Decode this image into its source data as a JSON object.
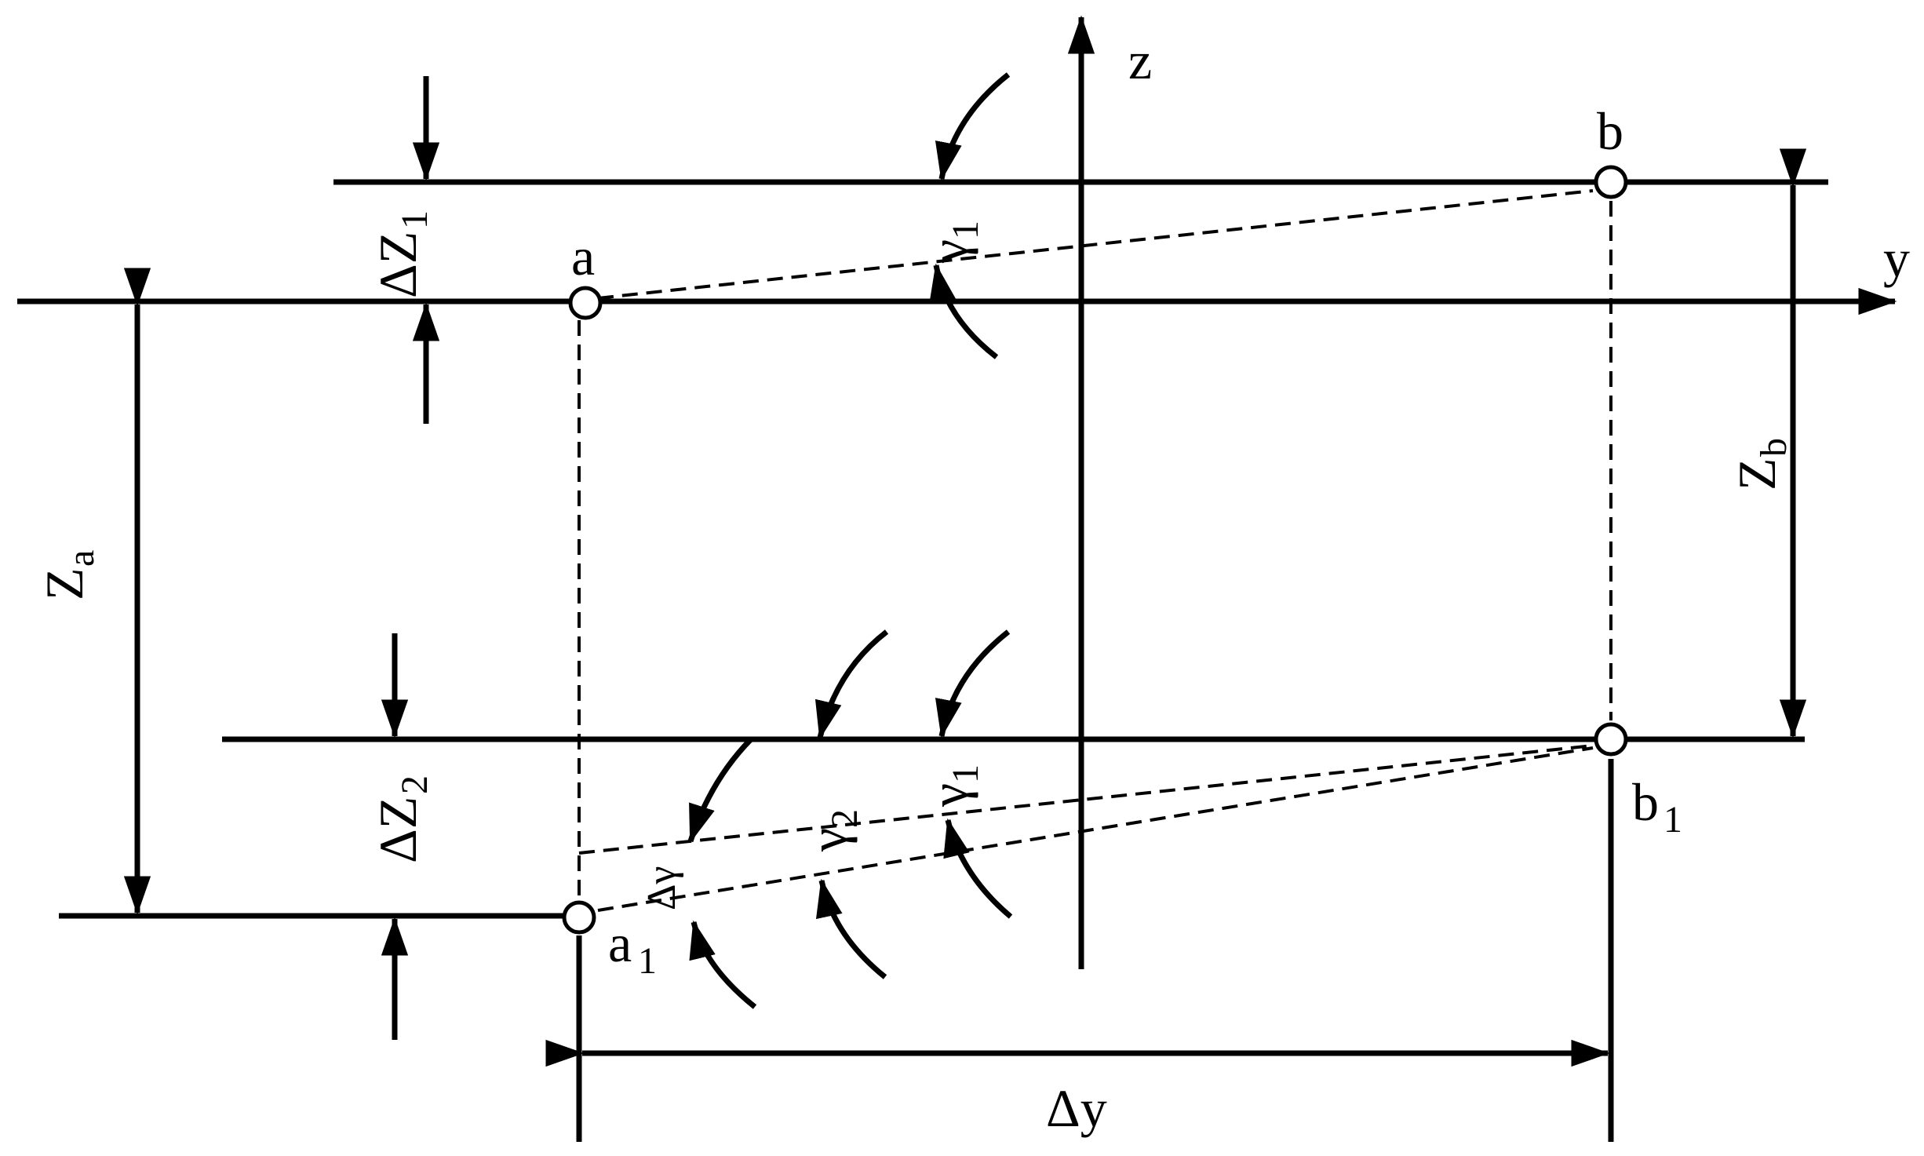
{
  "labels": {
    "z_axis": "z",
    "y_axis": "y",
    "point_a": "a",
    "point_b": "b",
    "point_a1_base": "a",
    "point_a1_sub": "1",
    "point_b1_base": "b",
    "point_b1_sub": "1",
    "za_base": "Z",
    "za_sub": "a",
    "zb_base": "Z",
    "zb_sub": "b",
    "dz1_base": "ΔZ",
    "dz1_sub": "1",
    "dz2_base": "ΔZ",
    "dz2_sub": "2",
    "gamma1_top_base": "γ",
    "gamma1_top_sub": "1",
    "gamma1_bottom_base": "γ",
    "gamma1_bottom_sub": "1",
    "gamma2_base": "γ",
    "gamma2_sub": "2",
    "delta_gamma": "Δγ",
    "delta_y": "Δy"
  },
  "colors": {
    "line": "#000000",
    "background": "#ffffff"
  }
}
